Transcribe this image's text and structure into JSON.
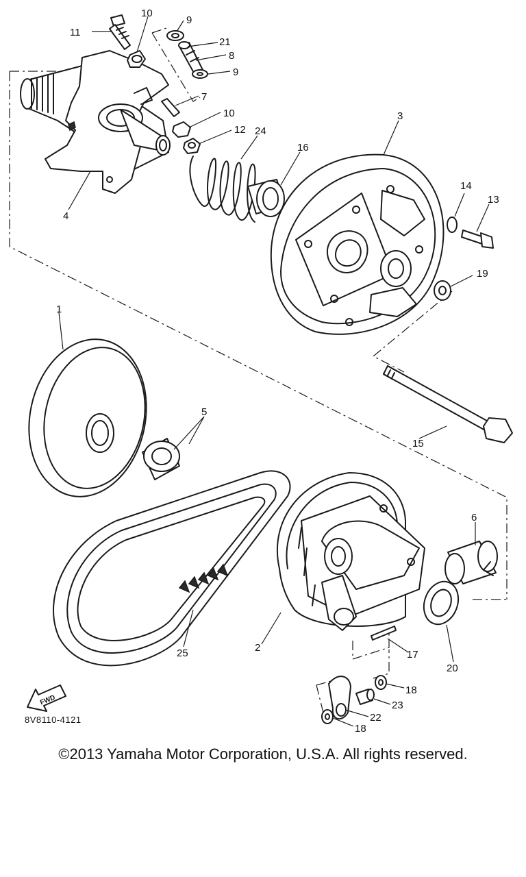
{
  "diagram": {
    "code": "8V8110-4121",
    "fwd_label": "FWD",
    "parts": [
      {
        "id": "p1",
        "num": "1"
      },
      {
        "id": "p2",
        "num": "2"
      },
      {
        "id": "p3",
        "num": "3"
      },
      {
        "id": "p4",
        "num": "4"
      },
      {
        "id": "p5",
        "num": "5"
      },
      {
        "id": "p6",
        "num": "6"
      },
      {
        "id": "p7",
        "num": "7"
      },
      {
        "id": "p8",
        "num": "8"
      },
      {
        "id": "p9a",
        "num": "9"
      },
      {
        "id": "p9b",
        "num": "9"
      },
      {
        "id": "p10a",
        "num": "10"
      },
      {
        "id": "p10b",
        "num": "10"
      },
      {
        "id": "p11",
        "num": "11"
      },
      {
        "id": "p12",
        "num": "12"
      },
      {
        "id": "p13",
        "num": "13"
      },
      {
        "id": "p14",
        "num": "14"
      },
      {
        "id": "p15",
        "num": "15"
      },
      {
        "id": "p16",
        "num": "16"
      },
      {
        "id": "p17",
        "num": "17"
      },
      {
        "id": "p18a",
        "num": "18"
      },
      {
        "id": "p18b",
        "num": "18"
      },
      {
        "id": "p19",
        "num": "19"
      },
      {
        "id": "p20",
        "num": "20"
      },
      {
        "id": "p21",
        "num": "21"
      },
      {
        "id": "p22",
        "num": "22"
      },
      {
        "id": "p23",
        "num": "23"
      },
      {
        "id": "p24",
        "num": "24"
      },
      {
        "id": "p25",
        "num": "25"
      }
    ]
  },
  "footer": {
    "copyright": "©2013 Yamaha Motor Corporation, U.S.A. All rights reserved."
  }
}
